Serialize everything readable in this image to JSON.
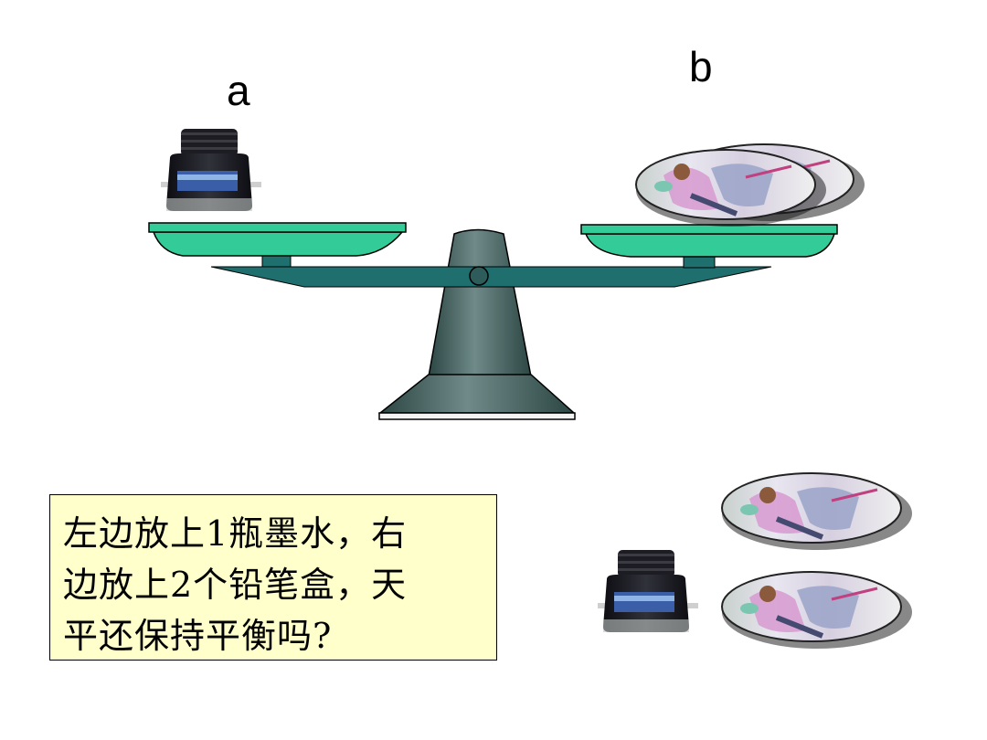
{
  "labels": {
    "left_pan": "a",
    "right_pan": "b"
  },
  "question": {
    "lines": [
      "左边放上1瓶墨水，右",
      "边放上2个铅笔盒，天",
      "平还保持平衡吗?"
    ]
  },
  "colors": {
    "pan": "#33cc99",
    "beam": "#1f6f6f",
    "stand": "#3a5a58",
    "question_bg": "#ffffcc"
  },
  "items": {
    "ink_bottle": "ink-bottle-icon",
    "pencil_case": "pencil-case-icon"
  }
}
